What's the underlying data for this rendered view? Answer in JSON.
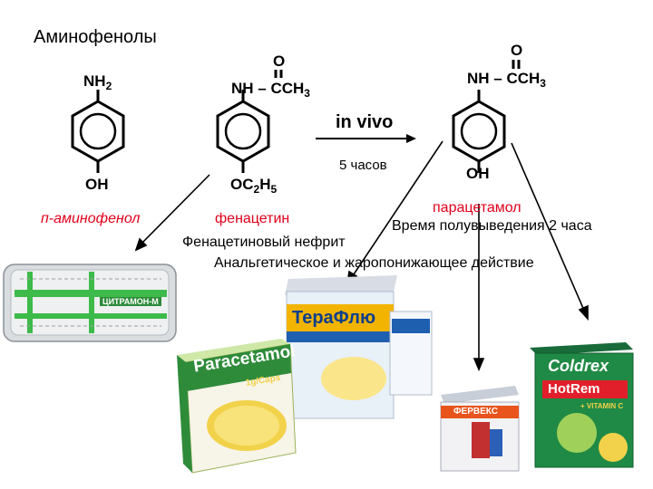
{
  "title": "Аминофенолы",
  "molecules": {
    "aminophenol": {
      "top": "NH2",
      "bottom": "OH"
    },
    "phenacetin": {
      "top": "NH – CCH3",
      "o": "O",
      "bottom": "OC2H5"
    },
    "paracetamol": {
      "top": "NH – CCH3",
      "o": "O",
      "bottom": "OH"
    }
  },
  "reaction": {
    "condition": "in vivo",
    "time": "5 часов"
  },
  "labels": {
    "aminophenol": "п-аминофенол",
    "phenacetin": "фенацетин",
    "paracetamol": "парацетамол",
    "half_life": "Время полувыведения 2 часа",
    "nephritis": "Фенацетиновый нефрит",
    "action": "Анальгетическое и жаропонижающее действие"
  },
  "products": {
    "citramon": "ЦИТРАМОН-М",
    "theraflu": "ТераФлю",
    "paracetamol_pack": "Paracetamol",
    "paracetamol_dose": "1g/Caps",
    "fervex": "ФЕРВЕКС",
    "coldrex": "Coldrex",
    "hotrem": "HotRem",
    "vitamin": "+ VITAMIN C"
  },
  "colors": {
    "red": "#e0001b",
    "green": "#2ea043",
    "orange": "#e8541c",
    "blue": "#1f5fb0",
    "gold": "#f2c200"
  }
}
